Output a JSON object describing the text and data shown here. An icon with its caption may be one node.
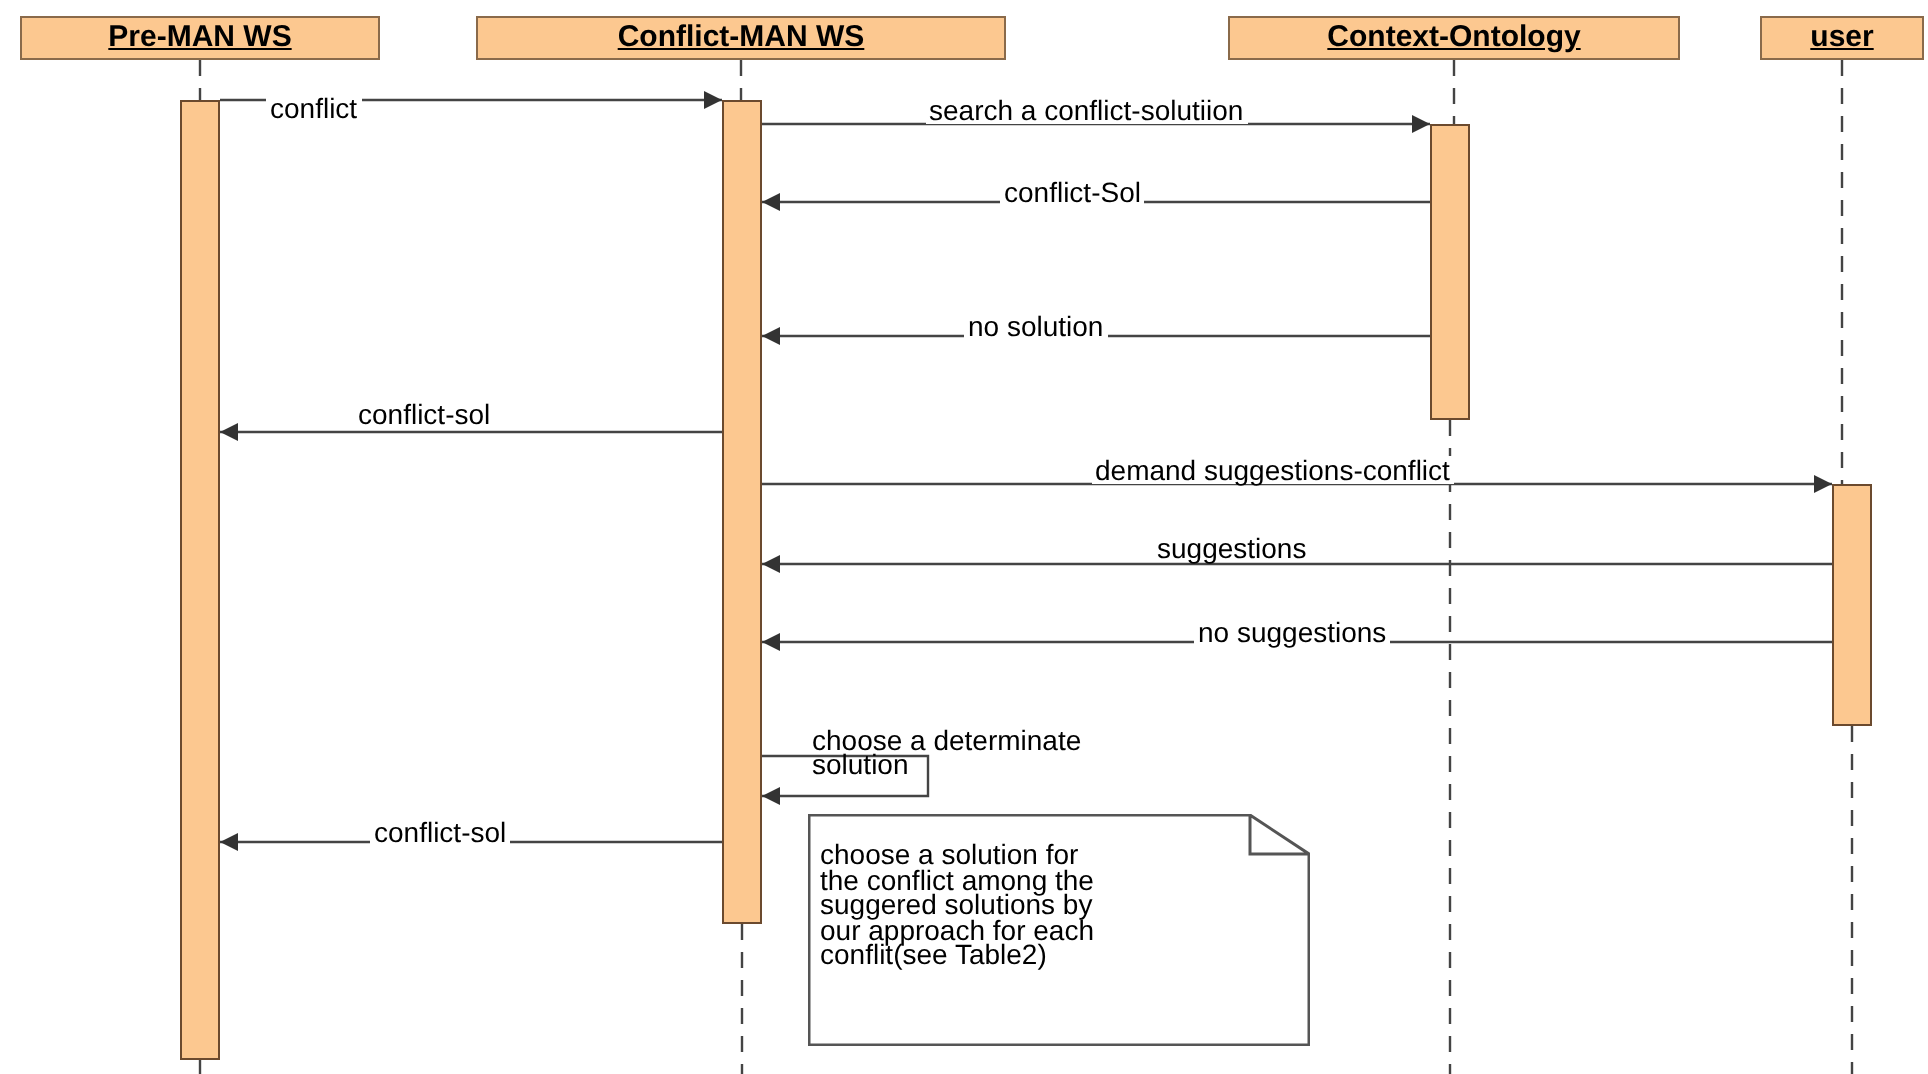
{
  "diagram": {
    "nodes": [
      {
        "text": [
          "Pre-MAN WS"
        ]
      },
      {
        "text": [
          "Conflict-MAN WS"
        ]
      },
      {
        "text": [
          "Context-Ontology"
        ]
      },
      {
        "text": [
          "user"
        ]
      },
      {
        "text": [],
        "shape": "bar"
      },
      {
        "text": [],
        "shape": "bar"
      },
      {
        "text": [],
        "shape": "bar"
      },
      {
        "text": [],
        "shape": "bar"
      },
      {
        "text": [
          "choose a solution for the conflict among the suggered solutions by our approach for each conflit(see Table2)"
        ]
      }
    ],
    "edges": [
      {
        "from": 4,
        "to": 5,
        "arrow": "to",
        "label": "conflict"
      },
      {
        "from": 5,
        "to": 6,
        "arrow": "to",
        "label": "search a conflict-solutiion"
      },
      {
        "from": 6,
        "to": 5,
        "arrow": "to",
        "label": "conflict-Sol"
      },
      {
        "from": 6,
        "to": 5,
        "arrow": "to",
        "label": "no solution"
      },
      {
        "from": 5,
        "to": 4,
        "arrow": "to",
        "label": "conflict-sol"
      },
      {
        "from": 5,
        "to": 7,
        "arrow": "to",
        "label": "demand suggestions-conflict"
      },
      {
        "from": 7,
        "to": 5,
        "arrow": "to",
        "label": "suggestions"
      },
      {
        "from": 7,
        "to": 5,
        "arrow": "to",
        "label": "no suggestions"
      },
      {
        "from": 5,
        "to": 5,
        "arrow": "to",
        "label": "choose a determinate solution"
      },
      {
        "from": 5,
        "to": 4,
        "arrow": "to",
        "label": "conflict-sol"
      },
      {
        "from": 0,
        "to": 4,
        "arrow": "none",
        "style": "dashed"
      },
      {
        "from": 1,
        "to": 5,
        "arrow": "none",
        "style": "dashed"
      },
      {
        "from": 2,
        "to": 6,
        "arrow": "none",
        "style": "dashed"
      },
      {
        "from": 3,
        "to": 7,
        "arrow": "none",
        "style": "dashed"
      }
    ]
  }
}
